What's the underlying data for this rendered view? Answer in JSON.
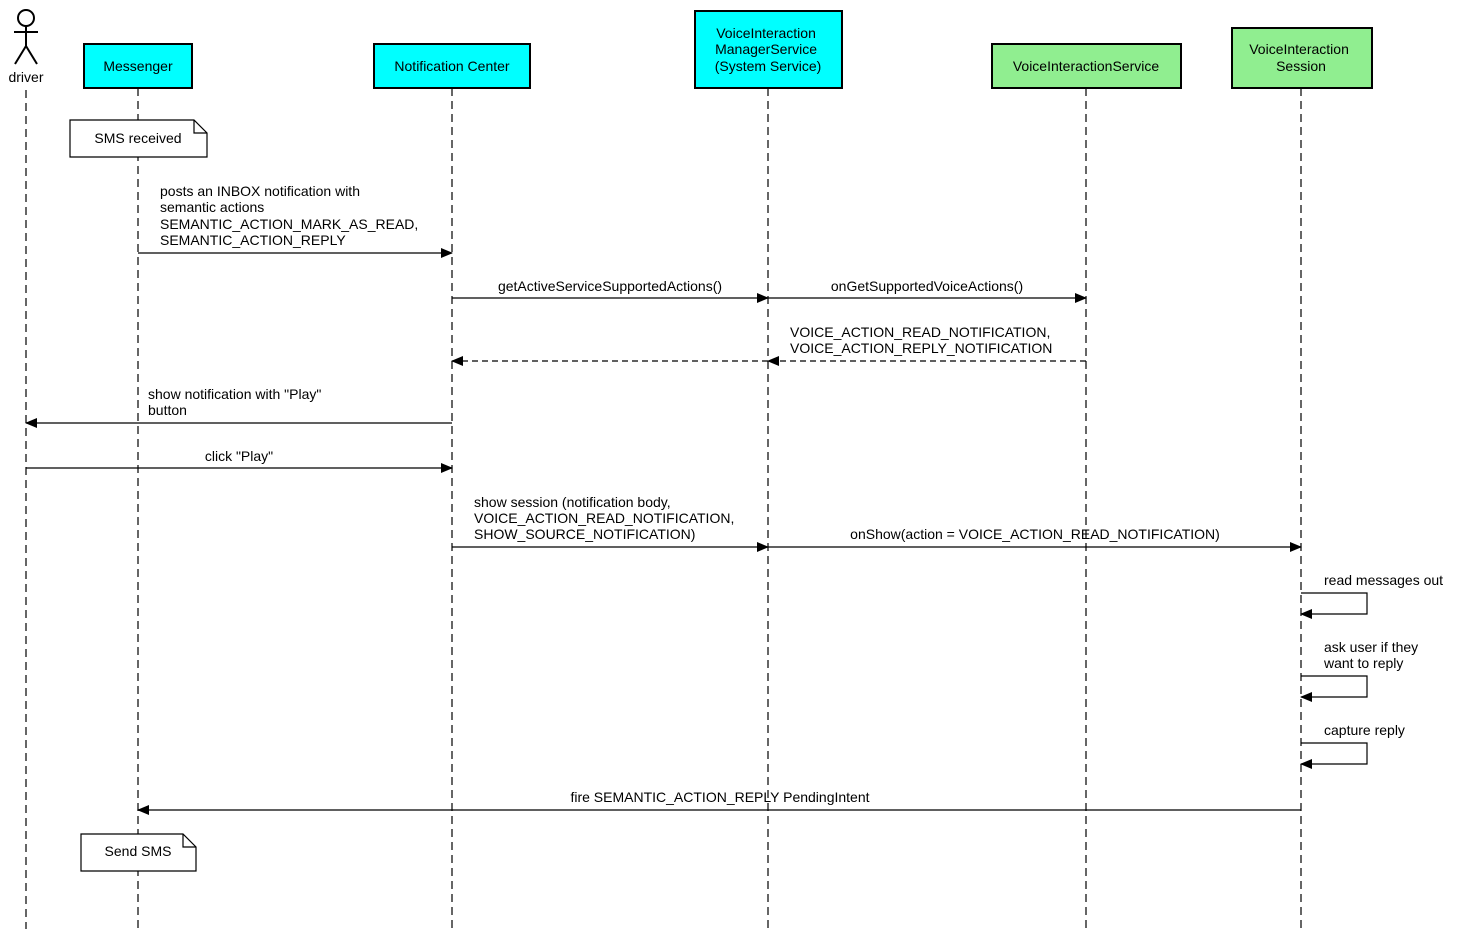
{
  "colors": {
    "system_participant": "#00ffff",
    "app_participant": "#90ee90",
    "line": "#000000"
  },
  "participants": {
    "driver": {
      "label": "driver",
      "kind": "actor"
    },
    "messenger": {
      "lines": [
        "Messenger"
      ],
      "fill": "#00ffff"
    },
    "notification_center": {
      "lines": [
        "Notification Center"
      ],
      "fill": "#00ffff"
    },
    "vims": {
      "lines": [
        "VoiceInteraction",
        "ManagerService",
        "(System Service)"
      ],
      "fill": "#00ffff"
    },
    "vis": {
      "lines": [
        "VoiceInteractionService"
      ],
      "fill": "#90ee90"
    },
    "session": {
      "lines": [
        "VoiceInteraction",
        "Session"
      ],
      "fill": "#90ee90"
    }
  },
  "notes": {
    "sms_received": "SMS received",
    "send_sms": "Send SMS"
  },
  "messages": {
    "m1": [
      "posts an INBOX notification with",
      "semantic actions",
      "SEMANTIC_ACTION_MARK_AS_READ,",
      "SEMANTIC_ACTION_REPLY"
    ],
    "m2": [
      "getActiveServiceSupportedActions()"
    ],
    "m3": [
      "onGetSupportedVoiceActions()"
    ],
    "m4": [
      "VOICE_ACTION_READ_NOTIFICATION,",
      "VOICE_ACTION_REPLY_NOTIFICATION"
    ],
    "m5": [
      "show notification with \"Play\"",
      "button"
    ],
    "m6": [
      "click \"Play\""
    ],
    "m7": [
      "show session (notification body,",
      "VOICE_ACTION_READ_NOTIFICATION,",
      "SHOW_SOURCE_NOTIFICATION)"
    ],
    "m8": [
      "onShow(action = VOICE_ACTION_READ_NOTIFICATION)"
    ],
    "m9": [
      "read messages out"
    ],
    "m10": [
      "ask user if they",
      "want to reply"
    ],
    "m11": [
      "capture reply"
    ],
    "m12": [
      "fire SEMANTIC_ACTION_REPLY PendingIntent"
    ]
  }
}
